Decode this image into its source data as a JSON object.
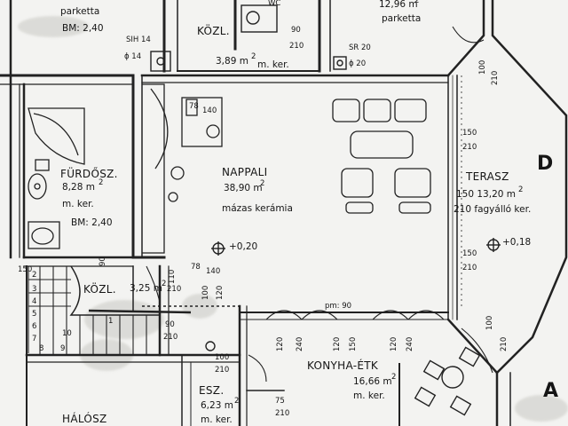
{
  "labels": {
    "parketta_left": "parketta",
    "bm_240_top": "BM: 2,40",
    "sin14": "SIH 14",
    "phi14": "ϕ 14",
    "kozl_top": "KÖZL.",
    "wc_top": "WC",
    "area_389": "3,89 m",
    "mker_389": "m. ker.",
    "dim_90_top": "90",
    "dim_210_top": "210",
    "sr20": "SR 20",
    "phi20": "ϕ 20",
    "area_1296": "12,96 m",
    "parketta_right": "parketta",
    "dim_210_right_top": "210",
    "dim_100_right_top": "100",
    "dim_78_140": "78",
    "dim_140_b": "140",
    "nappali": "NAPPALI",
    "nappali_area": "38,90 m",
    "nappali_floor": "mázas kerámia",
    "furdosz": "FÜRDŐSZ.",
    "furdosz_area": "8,28 m",
    "furdosz_mker": "m. ker.",
    "bm_240_mid": "BM: 2,40",
    "dim_150_a": "150",
    "dim_210_a": "210",
    "terasz": "TERASZ",
    "terasz_area": "150 13,20 m",
    "terasz_floor": "210 fagyálló ker.",
    "level_d": "D",
    "level_plus018": "+0,18",
    "dim_150_b": "150",
    "dim_210_b": "210",
    "level_plus020": "+0,20",
    "kozl_mid": "KÖZL.",
    "kozl_mid_area": "3,25 m",
    "dim_78_b": "78",
    "dim_140_c": "140",
    "dim_210_c": "210",
    "dim_110": "110",
    "dim_100_c": "100",
    "dim_120_c": "120",
    "dim_90_mid": "90",
    "dim_pm90": "pm: 90",
    "dim_120_d": "120",
    "dim_240_d": "240",
    "dim_120_e": "120",
    "dim_150_e": "150",
    "dim_120_f": "120",
    "dim_240_f": "240",
    "dim_100_g": "100",
    "dim_210_g": "210",
    "dim_100_h": "100",
    "dim_210_h": "210",
    "dim_90_i": "90",
    "dim_210_i": "210",
    "konyha": "KONYHA-ÉTK",
    "konyha_area": "16,66 m",
    "konyha_mker": "m. ker.",
    "esz": "ESZ.",
    "esz_area": "6,23 m",
    "esz_mker": "m. ker.",
    "halosz": "HÁLÓSZ",
    "dim_75": "75",
    "dim_210_j": "210",
    "stair_2": "2",
    "stair_3": "3",
    "stair_4": "4",
    "stair_5": "5",
    "stair_6": "6",
    "stair_7": "7",
    "stair_8": "8",
    "stair_9": "9",
    "stair_1": "1",
    "stair_10": "10",
    "letter_a": "A",
    "m2": "2",
    "dim_150_c": "150"
  },
  "colors": {
    "paper": "#f3f3f1",
    "ink": "#151515",
    "wall": "#2a2a2a",
    "smudge": "#bdbdb8"
  }
}
